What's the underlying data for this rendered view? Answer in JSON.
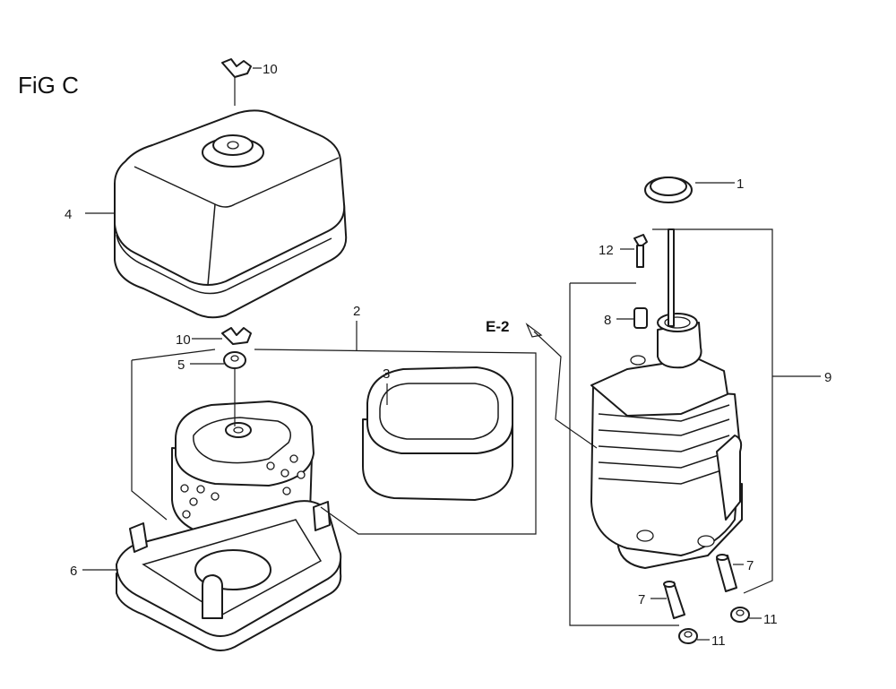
{
  "figure": {
    "title": "FiG C"
  },
  "reference": {
    "label": "E-2"
  },
  "callouts": [
    {
      "id": "1",
      "text": "1"
    },
    {
      "id": "2",
      "text": "2"
    },
    {
      "id": "3",
      "text": "3"
    },
    {
      "id": "4",
      "text": "4"
    },
    {
      "id": "5",
      "text": "5"
    },
    {
      "id": "6",
      "text": "6"
    },
    {
      "id": "7a",
      "text": "7"
    },
    {
      "id": "7b",
      "text": "7"
    },
    {
      "id": "8",
      "text": "8"
    },
    {
      "id": "9",
      "text": "9"
    },
    {
      "id": "10a",
      "text": "10"
    },
    {
      "id": "10b",
      "text": "10"
    },
    {
      "id": "11a",
      "text": "11"
    },
    {
      "id": "11b",
      "text": "11"
    },
    {
      "id": "12",
      "text": "12"
    }
  ]
}
